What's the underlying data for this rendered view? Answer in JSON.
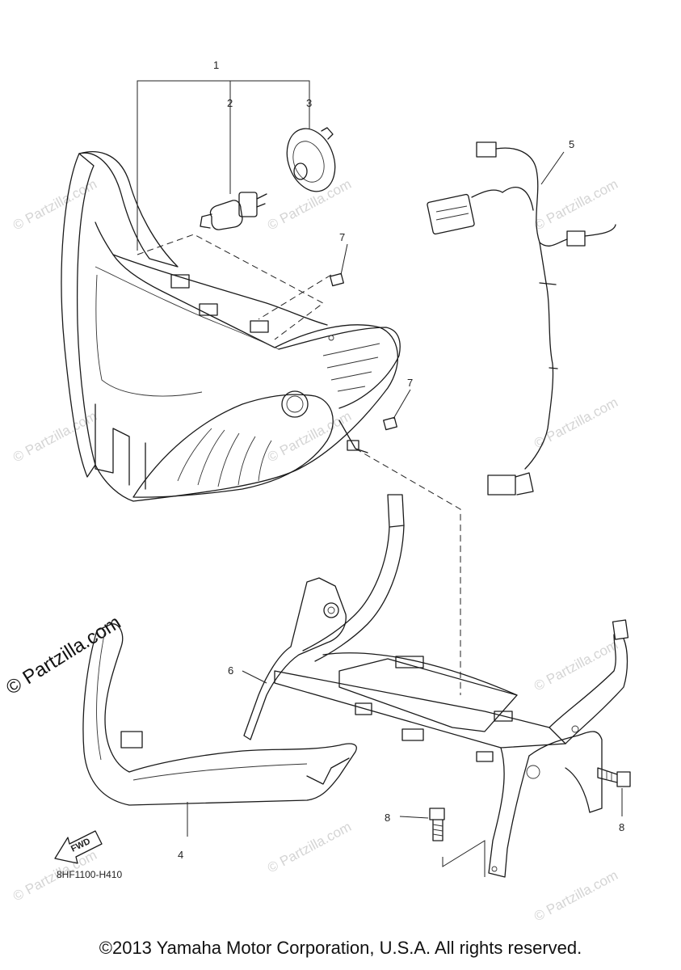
{
  "diagram": {
    "callouts": {
      "c1": "1",
      "c2": "2",
      "c3": "3",
      "c4": "4",
      "c5": "5",
      "c6": "6",
      "c7a": "7",
      "c7b": "7",
      "c8a": "8",
      "c8b": "8"
    },
    "fwd_label": "FWD",
    "drawing_code": "8HF1100-H410",
    "brand_watermark": "© Partzilla.com",
    "watermark_text": "© Partzilla.com"
  },
  "footer": {
    "copyright": "©2013 Yamaha Motor Corporation, U.S.A. All rights reserved."
  }
}
